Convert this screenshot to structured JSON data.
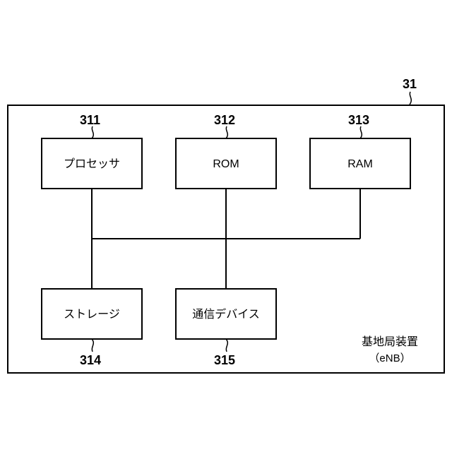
{
  "device": {
    "ref": "31",
    "name": "基地局装置",
    "subtitle": "（eNB）"
  },
  "components": [
    {
      "ref": "311",
      "label": "プロセッサ"
    },
    {
      "ref": "312",
      "label": "ROM"
    },
    {
      "ref": "313",
      "label": "RAM"
    },
    {
      "ref": "314",
      "label": "ストレージ"
    },
    {
      "ref": "315",
      "label": "通信デバイス"
    }
  ],
  "connections": [
    [
      "311",
      "bus"
    ],
    [
      "312",
      "bus"
    ],
    [
      "313",
      "bus"
    ],
    [
      "314",
      "bus"
    ],
    [
      "315",
      "bus"
    ]
  ]
}
